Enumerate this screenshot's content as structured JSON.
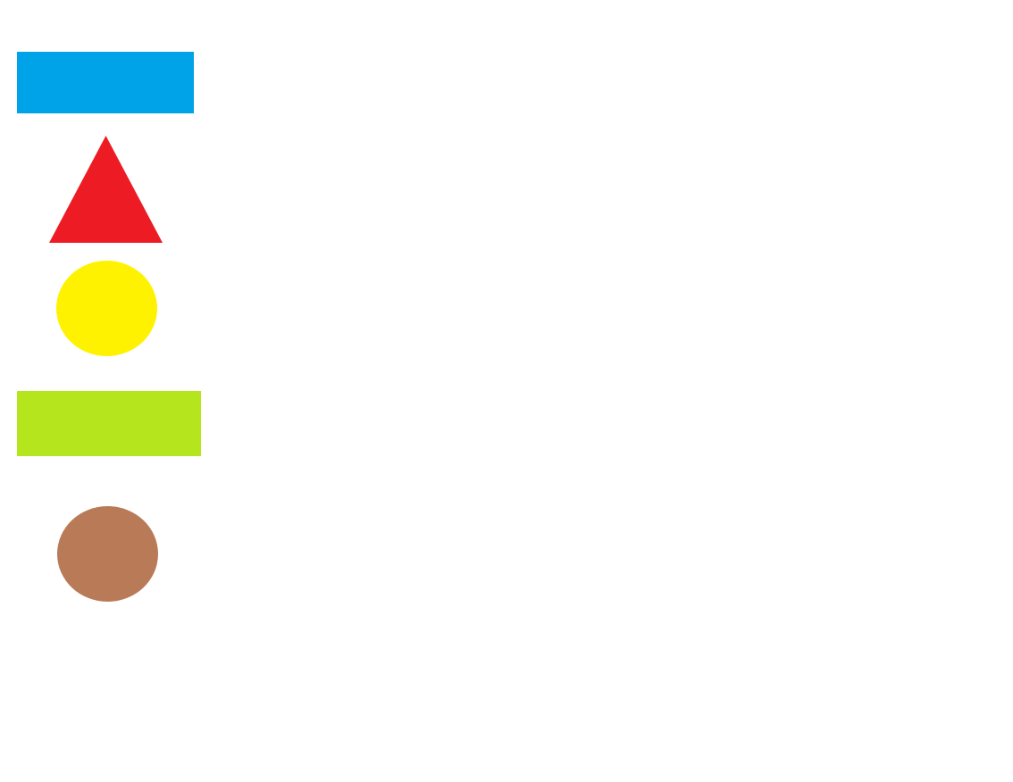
{
  "shapes": [
    {
      "name": "blue-rectangle",
      "kind": "rectangle",
      "color": "#00A2E8"
    },
    {
      "name": "red-triangle",
      "kind": "triangle",
      "color": "#ED1C24"
    },
    {
      "name": "yellow-circle",
      "kind": "circle",
      "color": "#FFF200"
    },
    {
      "name": "green-rectangle",
      "kind": "rectangle",
      "color": "#B5E61D"
    },
    {
      "name": "brown-circle",
      "kind": "circle",
      "color": "#B97A57"
    }
  ]
}
